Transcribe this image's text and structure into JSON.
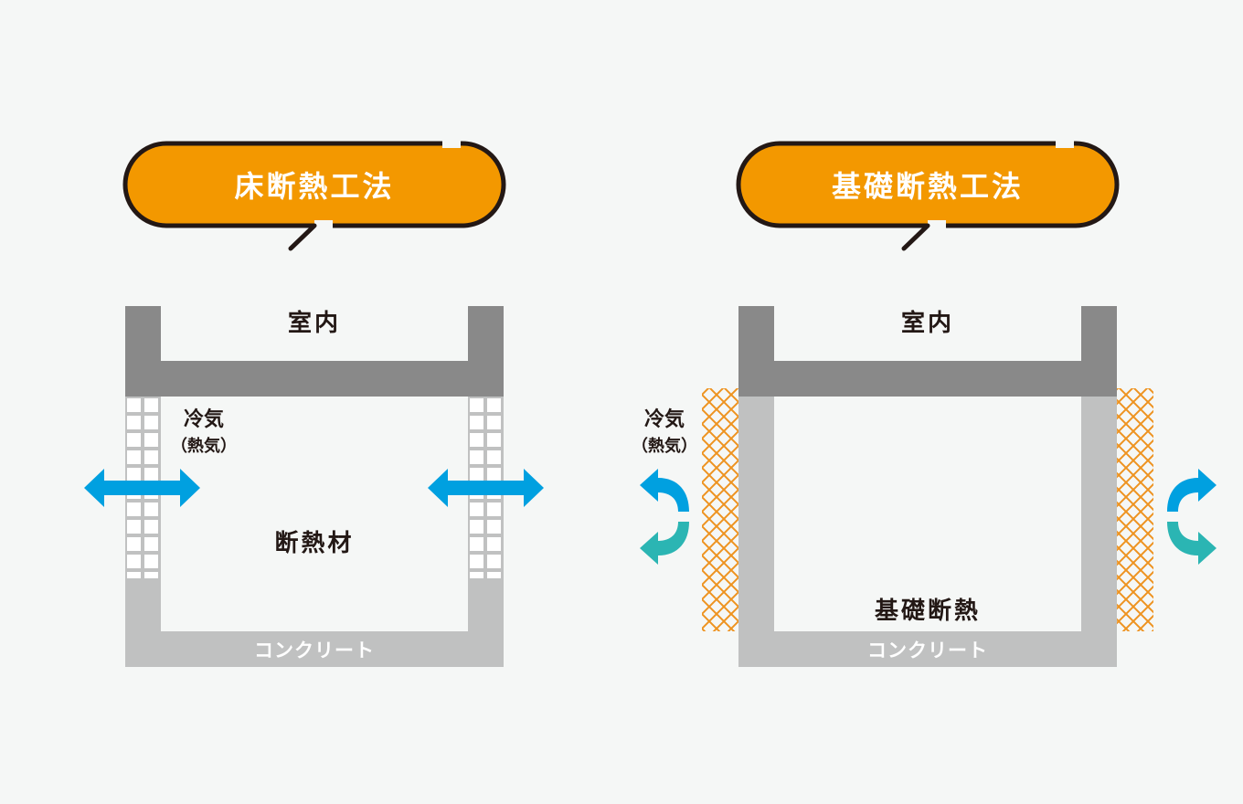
{
  "colors": {
    "background": "#f5f7f6",
    "bubble_fill": "#f39800",
    "bubble_stroke": "#231815",
    "structure_dark": "#898989",
    "concrete": "#c0c1c1",
    "text_dark": "#231815",
    "arrow_blue": "#00a0e0",
    "arrow_teal": "#2bb5b3",
    "lattice_orange": "#ee9320"
  },
  "left": {
    "title": "床断熱工法",
    "room_label": "室内",
    "air_label": "冷気",
    "air_sub_label": "（熱気）",
    "insulation_label": "断熱材",
    "concrete_label": "コンクリート"
  },
  "right": {
    "title": "基礎断熱工法",
    "room_label": "室内",
    "air_label": "冷気",
    "air_sub_label": "（熱気）",
    "insulation_label": "基礎断熱",
    "concrete_label": "コンクリート"
  }
}
